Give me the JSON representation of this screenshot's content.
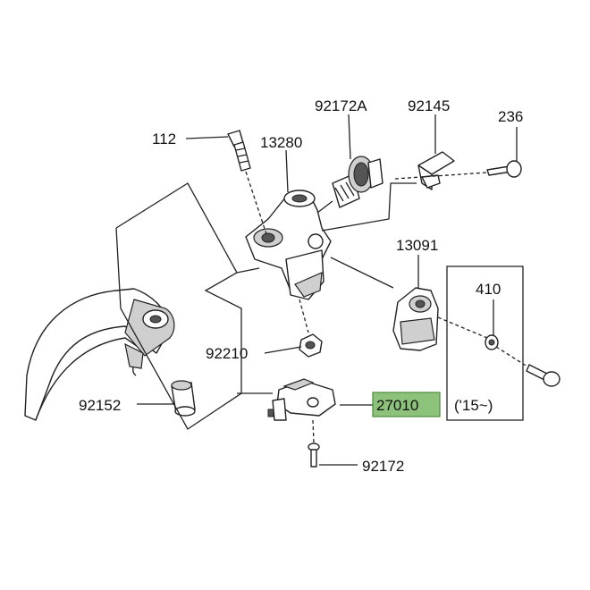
{
  "labels": {
    "p112": "112",
    "p13280": "13280",
    "p92172A": "92172A",
    "p92145": "92145",
    "p236": "236",
    "p13091": "13091",
    "p410": "410",
    "p92210": "92210",
    "p92152": "92152",
    "p27010": "27010",
    "p92172": "92172",
    "note15": "('15~)"
  },
  "highlight_color": "#8cc27a"
}
